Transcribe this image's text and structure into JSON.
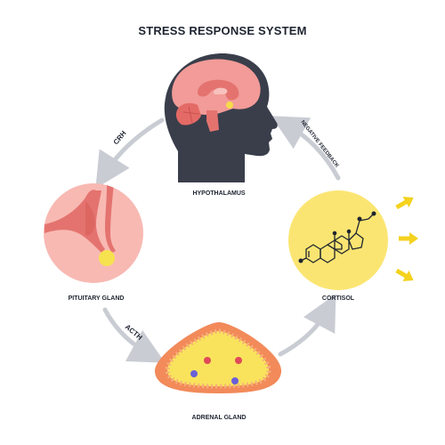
{
  "title": "STRESS RESPONSE SYSTEM",
  "nodes": {
    "hypothalamus": "HYPOTHALAMUS",
    "pituitary": "PITUITARY GLAND",
    "adrenal": "ADRENAL GLAND",
    "cortisol": "CORTISOL"
  },
  "arrows": {
    "crh": "CRH",
    "acth": "ACTH",
    "feedback": "NEGATIVE FEEDBACK"
  },
  "colors": {
    "arrow": "#c9ccd3",
    "head": "#3a3e4b",
    "brain": "#f29b98",
    "pituitary_bg": "#f8b9b3",
    "adrenal_outer": "#f28a5a",
    "adrenal_inner": "#f9e35c",
    "cortisol_bg": "#fbe572",
    "emission": "#f4d21f"
  }
}
